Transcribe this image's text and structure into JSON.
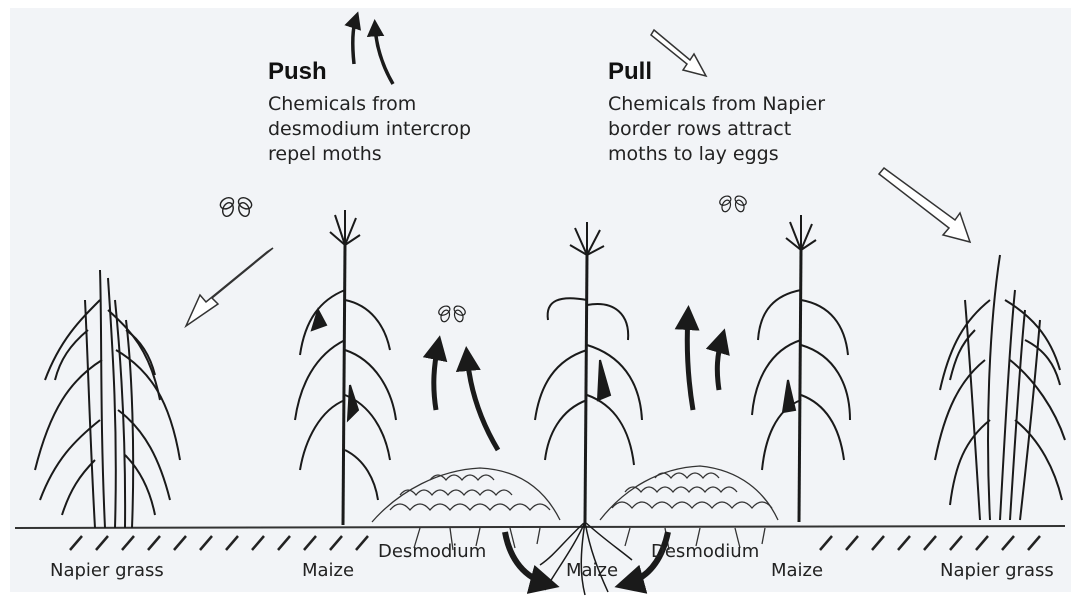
{
  "push": {
    "title": "Push",
    "lines": [
      "Chemicals from",
      "desmodium intercrop",
      "repel moths"
    ]
  },
  "pull": {
    "title": "Pull",
    "lines": [
      "Chemicals from Napier",
      "border rows attract",
      "moths to lay eggs"
    ]
  },
  "labels": {
    "napier_left": "Napier grass",
    "maize_left": "Maize",
    "desmodium_left": "Desmodium",
    "maize_center": "Maize",
    "desmodium_right": "Desmodium",
    "maize_right": "Maize",
    "napier_right": "Napier grass"
  },
  "colors": {
    "background": "#f2f4f7",
    "ink": "#1a1a1a",
    "hollow_arrow": "#ffffff"
  }
}
